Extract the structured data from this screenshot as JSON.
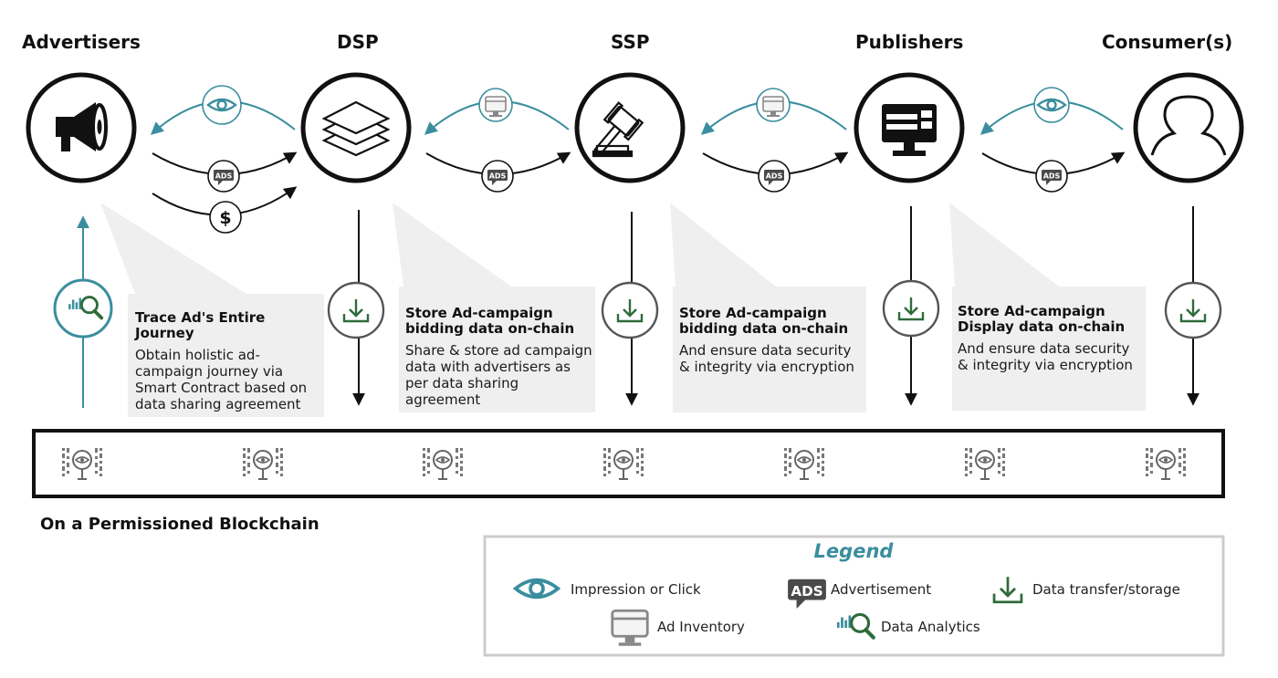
{
  "actors": [
    {
      "name": "Advertisers",
      "icon": "megaphone-icon"
    },
    {
      "name": "DSP",
      "icon": "layers-icon"
    },
    {
      "name": "SSP",
      "icon": "gavel-icon"
    },
    {
      "name": "Publishers",
      "icon": "monitor-icon"
    },
    {
      "name": "Consumer(s)",
      "icon": "person-icon"
    }
  ],
  "callouts": [
    {
      "title": "Trace Ad's Entire Journey",
      "body": "Obtain holistic ad-campaign journey via Smart Contract based on data sharing agreement"
    },
    {
      "title": "Store Ad-campaign bidding data on-chain",
      "body": "Share & store ad campaign data with advertisers as per data sharing agreement"
    },
    {
      "title": "Store Ad-campaign bidding data on-chain",
      "body": "And ensure data security & integrity via encryption"
    },
    {
      "title": "Store Ad-campaign Display data on-chain",
      "body": "And ensure data security & integrity via encryption"
    }
  ],
  "flow_badges": {
    "ads": "ADS",
    "money": "$"
  },
  "blockchain": {
    "label": "On a Permissioned Blockchain",
    "node_icon": "blockchain-surveillance-icon",
    "node_count": 7
  },
  "legend": {
    "title": "Legend",
    "items": [
      {
        "label": "Impression or Click",
        "icon": "eye-icon"
      },
      {
        "label": "Advertisement",
        "icon": "ads-icon"
      },
      {
        "label": "Data transfer/storage",
        "icon": "download-icon"
      },
      {
        "label": "Ad Inventory",
        "icon": "ad-inventory-icon"
      },
      {
        "label": "Data Analytics",
        "icon": "analytics-icon"
      }
    ]
  },
  "colors": {
    "teal": "#3a8e9e",
    "green": "#2f6b3a",
    "callout_bg": "#efefef",
    "dark": "#111111",
    "legend_border": "#cccccc"
  }
}
